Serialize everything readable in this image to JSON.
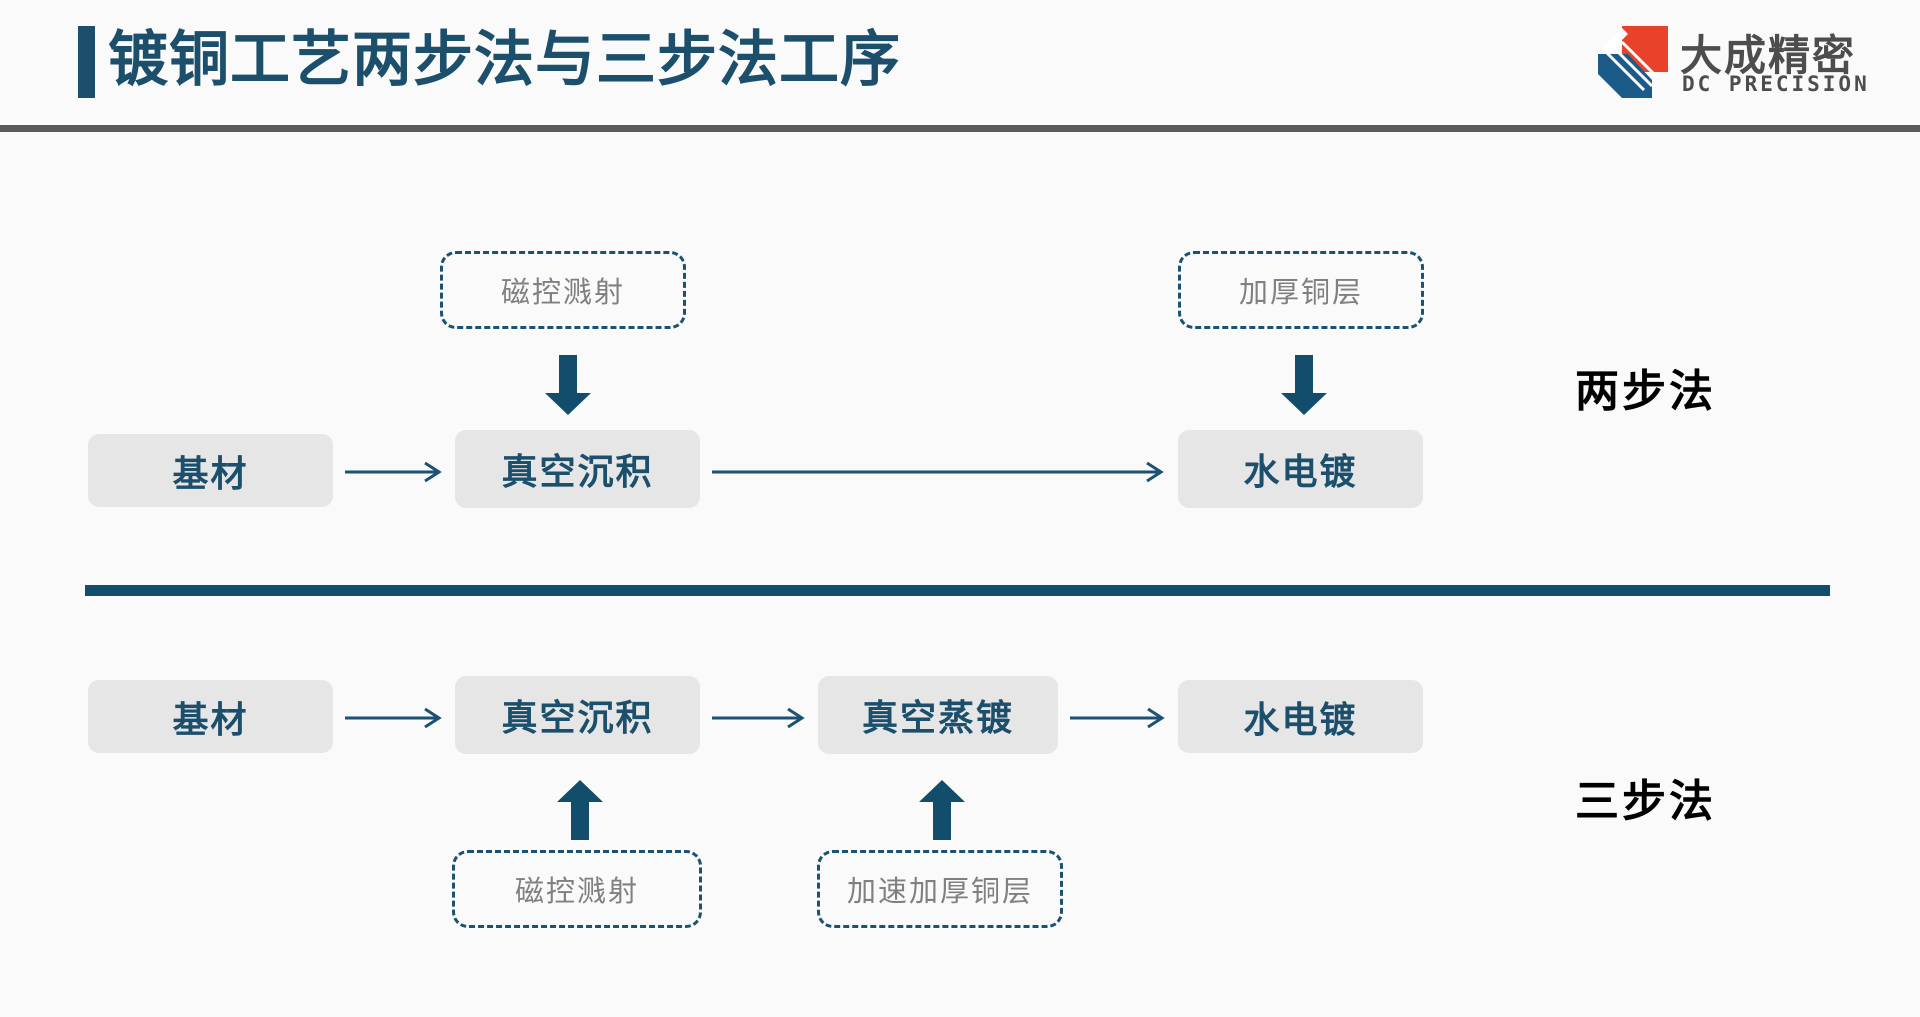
{
  "header": {
    "title": "镀铜工艺两步法与三步法工序",
    "accent_color": "#1b4f6b",
    "rule_color": "#5a5a5a"
  },
  "logo": {
    "name_cn": "大成精密",
    "name_en": "DC PRECISION",
    "mark_red": "#e8422a",
    "mark_blue": "#1b5b8a",
    "text_color": "#4d4d4d"
  },
  "theme": {
    "background": "#fafafa",
    "process_box_fill": "#e6e6e6",
    "process_text": "#1b4f6b",
    "dashed_border": "#1b5272",
    "dashed_text": "#808080",
    "arrow_thin": "#1b5272",
    "arrow_solid": "#124e6b",
    "divider": "#124e6b",
    "label_text": "#000000"
  },
  "two_step": {
    "label": "两步法",
    "steps": [
      {
        "name": "基材"
      },
      {
        "name": "真空沉积"
      },
      {
        "name": "水电镀"
      }
    ],
    "annotations": [
      {
        "name": "磁控溅射",
        "attached_to": "真空沉积"
      },
      {
        "name": "加厚铜层",
        "attached_to": "水电镀"
      }
    ]
  },
  "three_step": {
    "label": "三步法",
    "steps": [
      {
        "name": "基材"
      },
      {
        "name": "真空沉积"
      },
      {
        "name": "真空蒸镀"
      },
      {
        "name": "水电镀"
      }
    ],
    "annotations": [
      {
        "name": "磁控溅射",
        "attached_to": "真空沉积"
      },
      {
        "name": "加速加厚铜层",
        "attached_to": "真空蒸镀"
      }
    ]
  }
}
